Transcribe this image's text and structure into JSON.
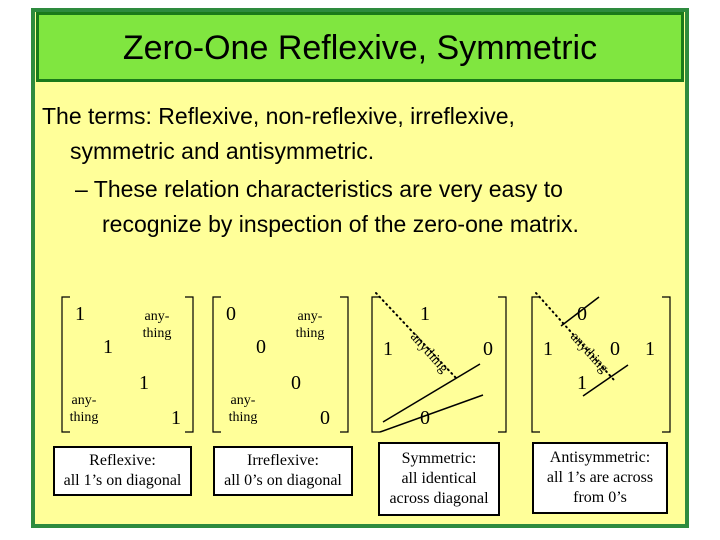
{
  "title": "Zero-One Reflexive, Symmetric",
  "body": {
    "line1": "The  terms:  Reflexive,  non-reflexive,  irreflexive,",
    "line2": "symmetric and antisymmetric.",
    "line3": "– These relation characteristics are very easy to",
    "line4": "recognize by inspection of the zero-one matrix."
  },
  "matrices": {
    "reflexive": {
      "d1": "1",
      "d2": "1",
      "d3": "1",
      "d4": "1",
      "any_upper_a": "any-",
      "any_upper_b": "thing",
      "any_lower_a": "any-",
      "any_lower_b": "thing"
    },
    "irreflexive": {
      "d1": "0",
      "d2": "0",
      "d3": "0",
      "d4": "0",
      "any_upper_a": "any-",
      "any_upper_b": "thing",
      "any_lower_a": "any-",
      "any_lower_b": "thing"
    },
    "symmetric": {
      "top": "1",
      "left": "1",
      "right": "0",
      "bottom": "0",
      "diag_label": "anything"
    },
    "antisymmetric": {
      "top": "0",
      "left": "1",
      "right1": "0",
      "right2": "1",
      "bottom": "1",
      "diag_label": "anything"
    }
  },
  "captions": {
    "reflexive": [
      "Reflexive:",
      "all 1’s on diagonal"
    ],
    "irreflexive": [
      "Irreflexive:",
      "all 0’s on diagonal"
    ],
    "symmetric": [
      "Symmetric:",
      "all identical",
      "across diagonal"
    ],
    "antisymmetric": [
      "Antisymmetric:",
      "all 1’s are across",
      "from 0’s"
    ]
  }
}
